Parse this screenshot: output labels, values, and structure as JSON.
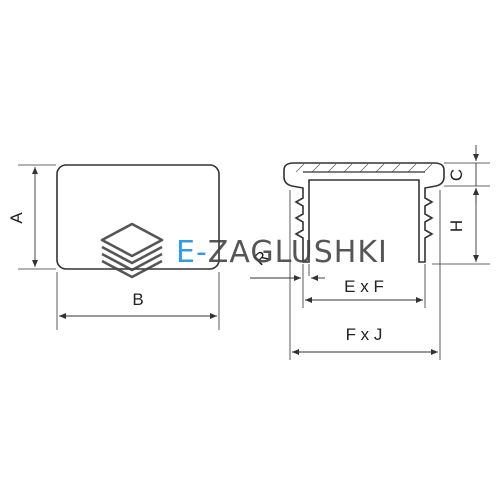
{
  "labels": {
    "A": "A",
    "B": "B",
    "C": "C",
    "H": "H",
    "R": "R",
    "ExF": "E x F",
    "FxJ": "F x J"
  },
  "watermark": {
    "prefix": "E-",
    "name": "ZAGLUSHKI"
  },
  "colors": {
    "line": "#333333",
    "hatch": "#666666",
    "watermark_gray": "#444444",
    "watermark_blue": "#1e90e0"
  }
}
